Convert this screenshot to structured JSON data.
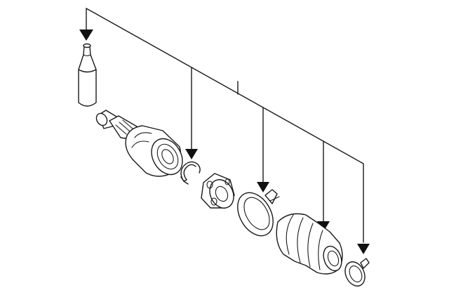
{
  "diagram": {
    "kind": "exploded-parts-view",
    "colors": {
      "line": "#1a1a1a",
      "background": "#ffffff",
      "arrow": "#111111"
    },
    "parts": [
      {
        "id": "grease-tube"
      },
      {
        "id": "outer-cv-joint-assembly"
      },
      {
        "id": "snap-ring"
      },
      {
        "id": "bearing-cage"
      },
      {
        "id": "boot-clamp-large"
      },
      {
        "id": "cv-boot"
      },
      {
        "id": "boot-clamp-small"
      }
    ],
    "callouts": [
      {
        "id": "callout-grease-tube",
        "target": "grease-tube"
      },
      {
        "id": "callout-snap-ring",
        "target": "snap-ring"
      },
      {
        "id": "callout-boot-clamp-large",
        "target": "boot-clamp-large"
      },
      {
        "id": "callout-cv-boot",
        "target": "cv-boot"
      },
      {
        "id": "callout-boot-clamp-small",
        "target": "boot-clamp-small"
      }
    ]
  }
}
